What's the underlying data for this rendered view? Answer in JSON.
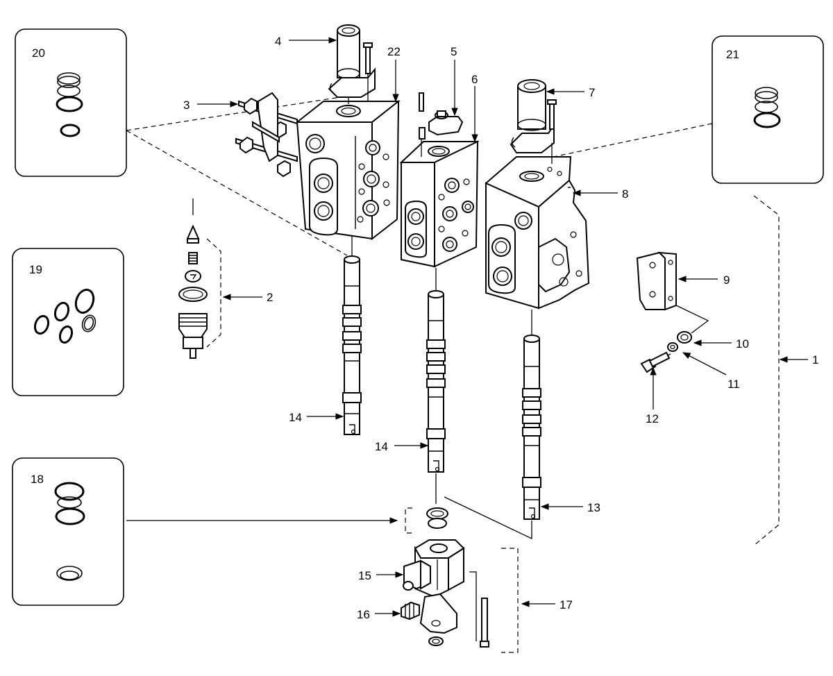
{
  "diagram": {
    "callouts": {
      "c1": "1",
      "c2": "2",
      "c3": "3",
      "c4": "4",
      "c5": "5",
      "c6": "6",
      "c7": "7",
      "c8": "8",
      "c9": "9",
      "c10": "10",
      "c11": "11",
      "c12": "12",
      "c13": "13",
      "c14a": "14",
      "c14b": "14",
      "c15": "15",
      "c16": "16",
      "c17": "17",
      "c18": "18",
      "c19": "19",
      "c20": "20",
      "c21": "21",
      "c22": "22"
    }
  }
}
